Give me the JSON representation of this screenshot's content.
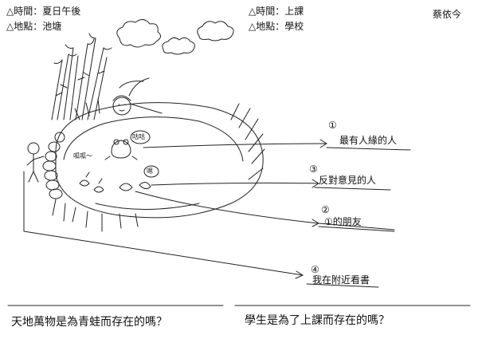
{
  "author": "蔡依今",
  "left_header": {
    "time": "△時間：夏日午後",
    "place": "△地點：池塘"
  },
  "right_header": {
    "time": "△時間：上課",
    "place": "△地點：學校"
  },
  "sketch_labels": {
    "frog_croak": "咕咕",
    "insect_sound": "呱呱～",
    "small_sound": "嗯"
  },
  "annotations": [
    {
      "number": "①",
      "text": "最有人緣的人"
    },
    {
      "number": "③",
      "text": "反對意見的人"
    },
    {
      "number": "②",
      "text": "①的朋友"
    },
    {
      "number": "④",
      "text": "我在附近看書"
    }
  ],
  "questions": {
    "left": "天地萬物是為青蛙而存在的嗎？",
    "right": "學生是為了上課而存在的嗎？"
  }
}
